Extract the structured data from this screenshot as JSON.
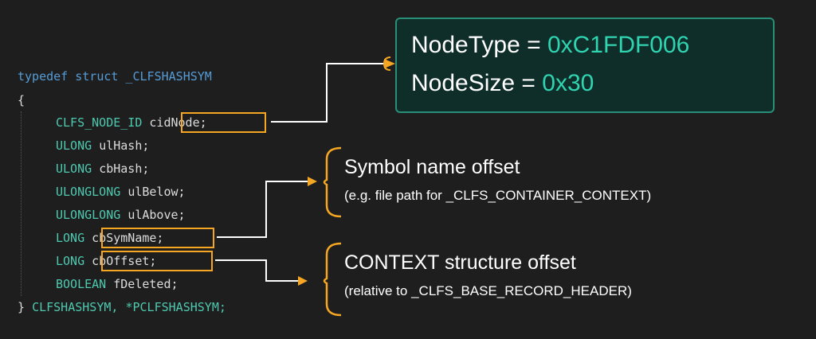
{
  "code": {
    "line0": {
      "kw": "typedef struct",
      "name": "_CLFSHASHSYM"
    },
    "open_brace": "{",
    "fields": [
      {
        "type": "CLFS_NODE_ID",
        "name": "cidNode;"
      },
      {
        "type": "ULONG",
        "name": "ulHash;"
      },
      {
        "type": "ULONG",
        "name": "cbHash;"
      },
      {
        "type": "ULONGLONG",
        "name": "ulBelow;"
      },
      {
        "type": "ULONGLONG",
        "name": "ulAbove;"
      },
      {
        "type": "LONG",
        "name": "cbSymName;"
      },
      {
        "type": "LONG",
        "name": "cbOffset;"
      },
      {
        "type": "BOOLEAN",
        "name": "fDeleted;"
      }
    ],
    "close": {
      "brace": "}",
      "names": "CLFSHASHSYM, *PCLFSHASHSYM;"
    }
  },
  "node_box": {
    "type_label": "NodeType = ",
    "type_value": "0xC1FDF006",
    "size_label": "NodeSize = ",
    "size_value": "0x30"
  },
  "annotations": {
    "symbol": {
      "title": "Symbol name offset",
      "subtitle": "(e.g. file path for _CLFS_CONTAINER_CONTEXT)"
    },
    "context": {
      "title": "CONTEXT structure offset",
      "subtitle": "(relative to _CLFS_BASE_RECORD_HEADER)"
    }
  },
  "colors": {
    "background": "#1e1e1e",
    "keyword": "#569cd6",
    "type": "#4ec9b0",
    "highlight": "#f5a623",
    "accent": "#2fd4b0",
    "box_border": "#2a8f78",
    "box_fill": "#0f2e2a"
  }
}
